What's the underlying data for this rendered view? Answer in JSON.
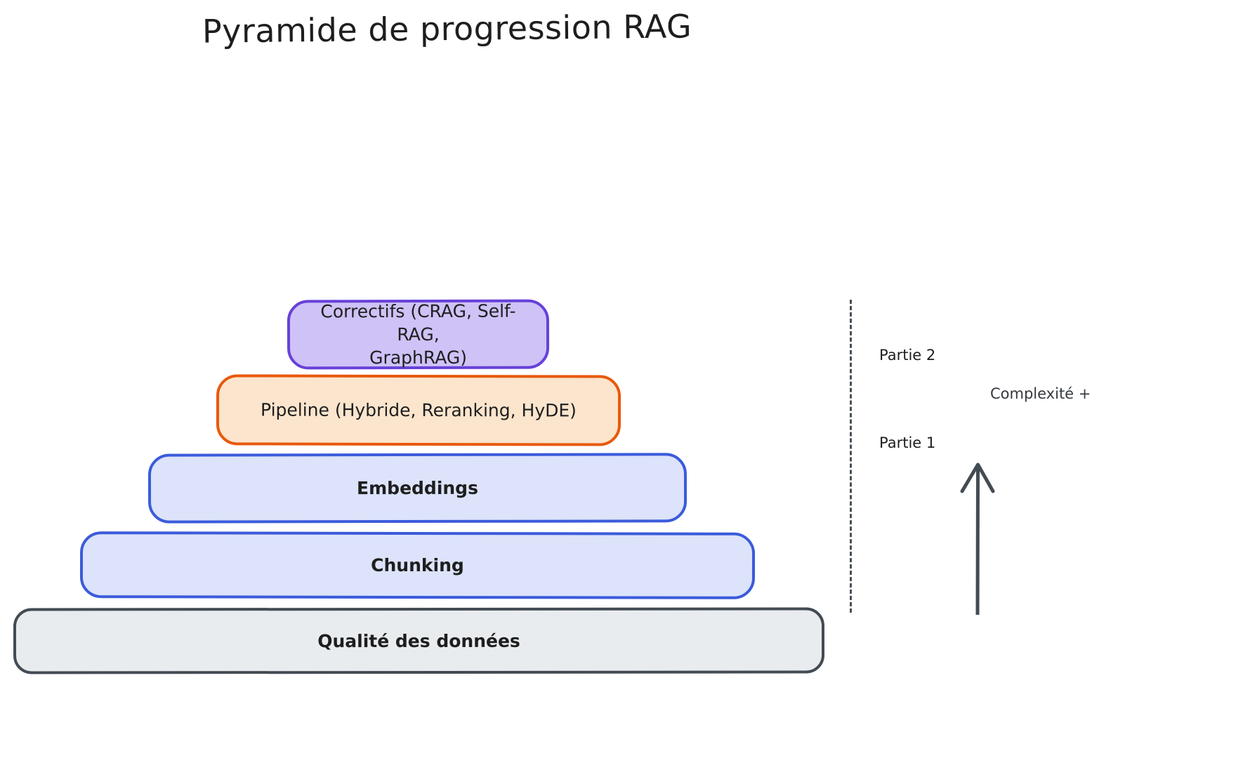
{
  "title": "Pyramide de progression RAG",
  "chart_data": {
    "type": "pyramid",
    "title": "Pyramide de progression RAG",
    "orientation": "bottom-up",
    "levels": [
      {
        "rank": 5,
        "label": "Correctifs (CRAG, Self-RAG,\nGraphRAG)",
        "fill": "#cfc2f7",
        "stroke": "#6741d9",
        "part": "Partie 2"
      },
      {
        "rank": 4,
        "label": "Pipeline (Hybride, Reranking, HyDE)",
        "fill": "#fce5cd",
        "stroke": "#e8590c",
        "part": "Partie 2"
      },
      {
        "rank": 3,
        "label": "Embeddings",
        "fill": "#dce3fa",
        "stroke": "#3b5bdb",
        "part": "Partie 1"
      },
      {
        "rank": 2,
        "label": "Chunking",
        "fill": "#dce3fa",
        "stroke": "#3b5bdb",
        "part": "Partie 1"
      },
      {
        "rank": 1,
        "label": "Qualité des données",
        "fill": "#e9ecef",
        "stroke": "#434b53",
        "part": "Partie 1"
      }
    ]
  },
  "annotations": {
    "partie2": "Partie 2",
    "partie1": "Partie 1",
    "complexite": "Complexité +",
    "divider_style": "dashed-vertical",
    "arrow_direction": "up",
    "arrow_color": "#434b53"
  }
}
